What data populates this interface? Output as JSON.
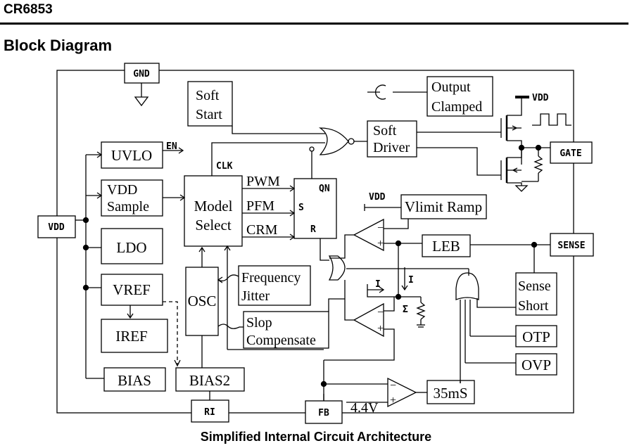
{
  "header": {
    "part_number": "CR6853"
  },
  "section_title": "Block Diagram",
  "caption": "Simplified Internal Circuit Architecture",
  "diagram": {
    "pins": {
      "gnd": "GND",
      "vdd": "VDD",
      "gate": "GATE",
      "sense": "SENSE",
      "ri": "RI",
      "fb": "FB"
    },
    "blocks": {
      "soft_start": [
        "Soft",
        "Start"
      ],
      "uvlo": "UVLO",
      "vdd_sample": [
        "VDD",
        "Sample"
      ],
      "model_select": [
        "Model",
        "Select"
      ],
      "ldo": "LDO",
      "vref": "VREF",
      "iref": "IREF",
      "bias": "BIAS",
      "osc": "OSC",
      "bias2": "BIAS2",
      "freq_jitter": [
        "Frequency",
        "Jitter"
      ],
      "slop_comp": [
        "Slop",
        "Compensate"
      ],
      "output_clamped": [
        "Output",
        "Clamped"
      ],
      "soft_driver": [
        "Soft",
        "Driver"
      ],
      "vlimit_ramp": "Vlimit Ramp",
      "leb": "LEB",
      "sense_short": [
        "Sense",
        "Short"
      ],
      "otp": "OTP",
      "ovp": "OVP",
      "timer": "35mS"
    },
    "signals": {
      "en": "EN",
      "clk": "CLK",
      "pwm": "PWM",
      "pfm": "PFM",
      "crm": "CRM",
      "qn": "QN",
      "s": "S",
      "r": "R",
      "vdd_driver": "VDD",
      "vdd_ramp": "VDD",
      "i_horizontal": "I",
      "i_vertical": "I",
      "sigma": "Σ",
      "fb_threshold": "4.4V",
      "comp_minus": "−",
      "comp_plus": "+"
    }
  }
}
